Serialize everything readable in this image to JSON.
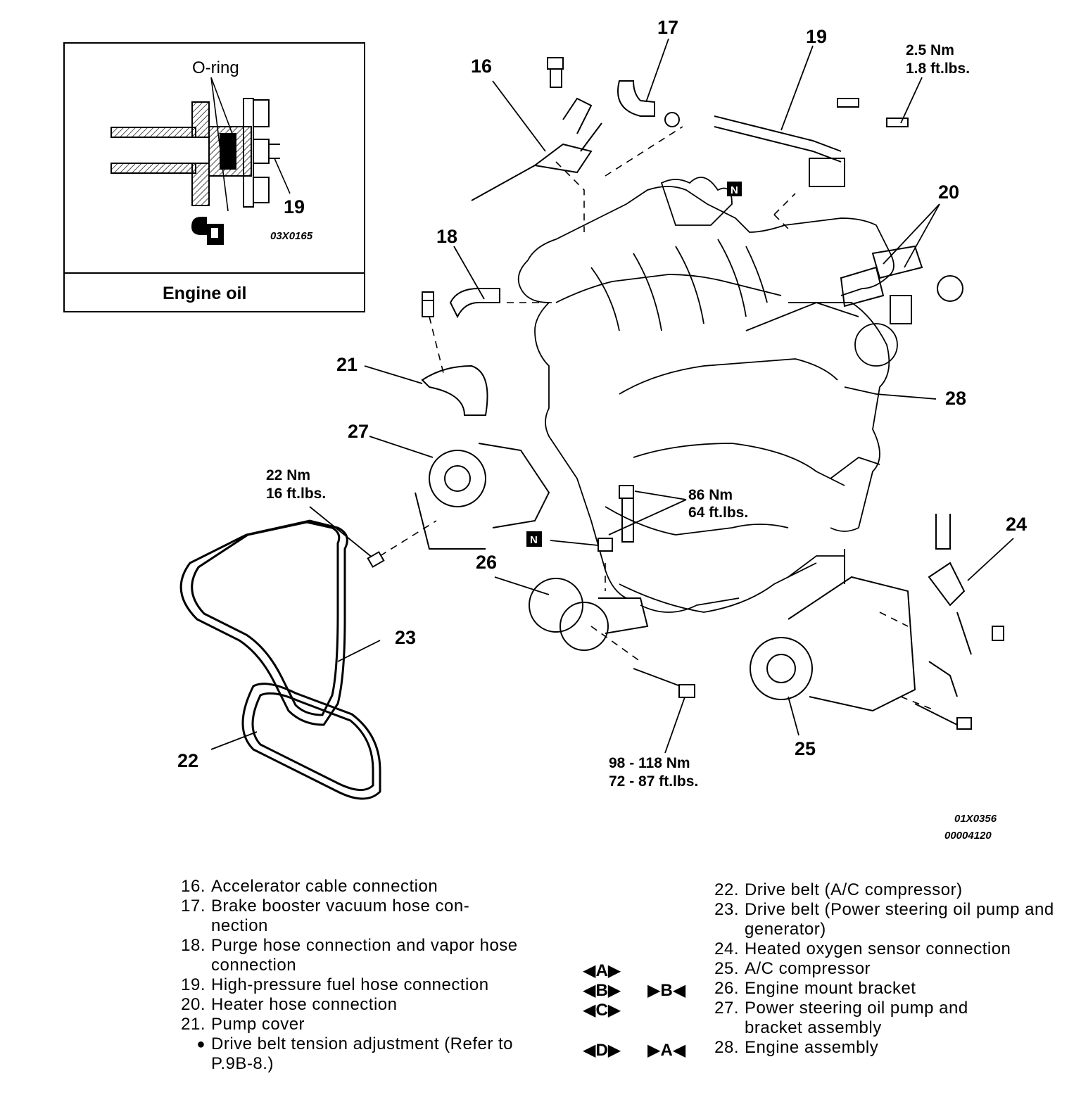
{
  "inset": {
    "oring_label": "O-ring",
    "part_label": "19",
    "code": "03X0165",
    "caption": "Engine oil"
  },
  "callouts": {
    "c16": "16",
    "c17": "17",
    "c18": "18",
    "c19": "19",
    "c20": "20",
    "c21": "21",
    "c22": "22",
    "c23": "23",
    "c24": "24",
    "c25": "25",
    "c26": "26",
    "c27": "27",
    "c28": "28"
  },
  "torques": {
    "t1_line1": "2.5 Nm",
    "t1_line2": "1.8 ft.lbs.",
    "t2_line1": "22 Nm",
    "t2_line2": "16 ft.lbs.",
    "t3_line1": "86 Nm",
    "t3_line2": "64 ft.lbs.",
    "t4_line1": "98 - 118 Nm",
    "t4_line2": "72 - 87 ft.lbs."
  },
  "badges": {
    "n": "N"
  },
  "figure_codes": {
    "code1": "01X0356",
    "code2": "00004120"
  },
  "legend_left": [
    {
      "no": "16.",
      "text": "Accelerator cable connection"
    },
    {
      "no": "17.",
      "text": "Brake booster vacuum hose con- nection"
    },
    {
      "no": "18.",
      "text": "Purge hose connection and vapor hose connection"
    },
    {
      "no": "19.",
      "text": "High-pressure fuel hose connection"
    },
    {
      "no": "20.",
      "text": "Heater hose connection"
    },
    {
      "no": "21.",
      "text": "Pump cover"
    },
    {
      "no": "●",
      "text": "Drive belt tension adjustment (Refer to P.9B-8.)"
    }
  ],
  "legend_right": [
    {
      "no": "22.",
      "text": "Drive belt (A/C compressor)"
    },
    {
      "no": "23.",
      "text": "Drive belt (Power steering oil pump and generator)"
    },
    {
      "no": "24.",
      "text": "Heated oxygen sensor connection"
    },
    {
      "no": "25.",
      "text": "A/C compressor"
    },
    {
      "no": "26.",
      "text": "Engine mount bracket"
    },
    {
      "no": "27.",
      "text": "Power steering oil pump and bracket assembly"
    },
    {
      "no": "28.",
      "text": "Engine assembly"
    }
  ],
  "markers": {
    "a_removal": "◀A▶",
    "b_removal": "◀B▶",
    "b_install": "▶B◀",
    "c_removal": "◀C▶",
    "d_removal": "◀D▶",
    "a_install": "▶A◀"
  }
}
